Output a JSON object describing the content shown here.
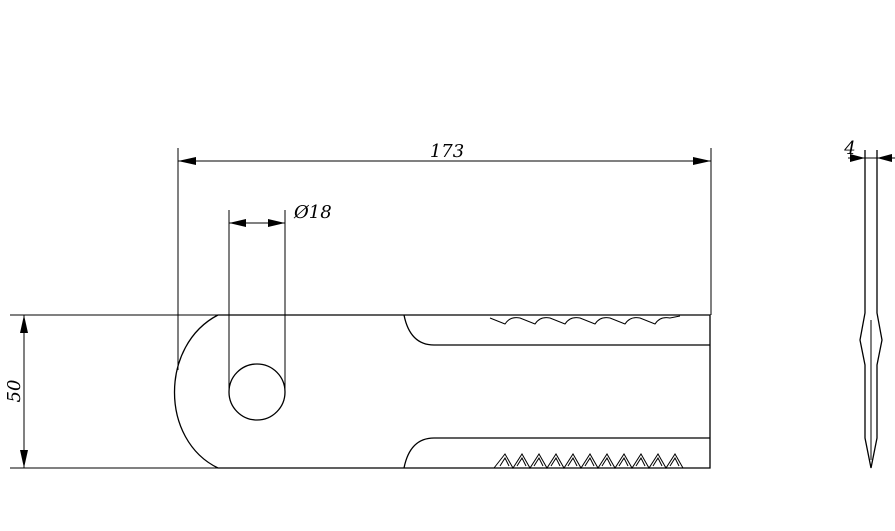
{
  "dimensions": {
    "length": "173",
    "hole_diameter": "Ø18",
    "height": "50",
    "thickness": "4"
  }
}
